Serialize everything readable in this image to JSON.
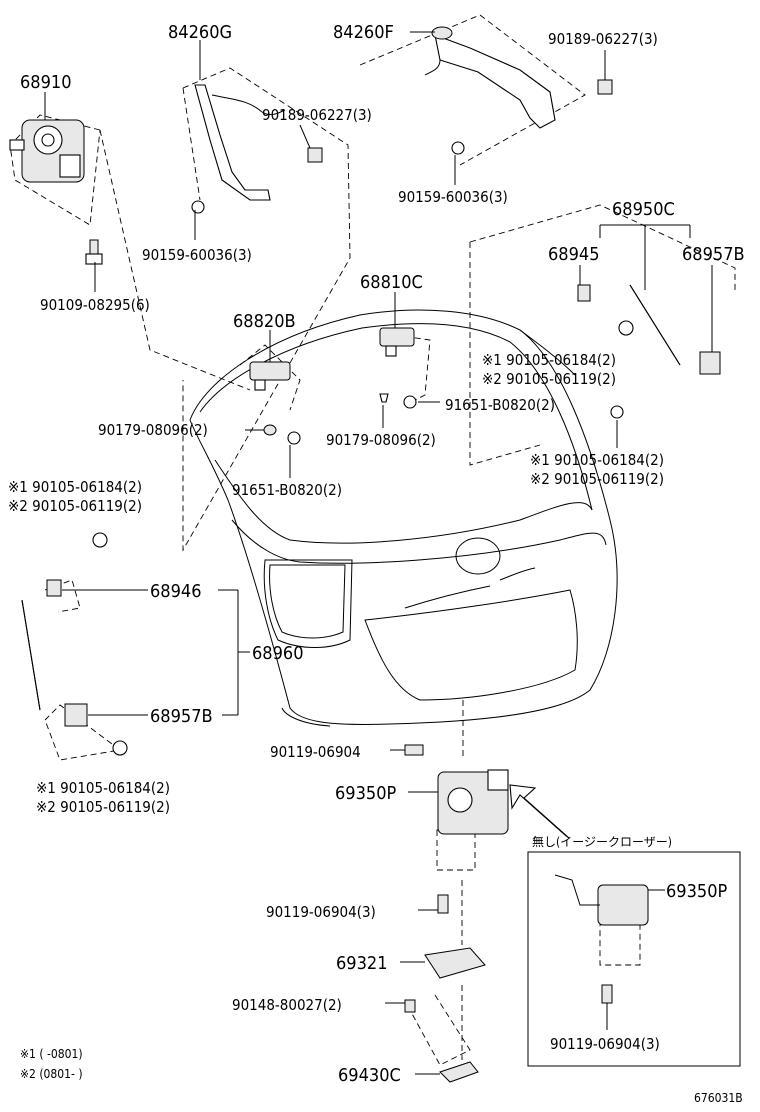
{
  "labels": {
    "p84260G": "84260G",
    "p84260F": "84260F",
    "p90189_a": "90189-06227(3)",
    "p90189_b": "90189-06227(3)",
    "p68910": "68910",
    "p90159_a": "90159-60036(3)",
    "p90159_b": "90159-60036(3)",
    "p90109": "90109-08295(6)",
    "p68950C": "68950C",
    "p68945": "68945",
    "p68957B_r": "68957B",
    "p68810C": "68810C",
    "p68820B": "68820B",
    "n1_06184_r1": "※1 90105-06184(2)",
    "n2_06119_r1": "※2 90105-06119(2)",
    "p91651_a": "91651-B0820(2)",
    "p90179_a": "90179-08096(2)",
    "p90179_b": "90179-08096(2)",
    "n1_06184_r2": "※1 90105-06184(2)",
    "n2_06119_r2": "※2 90105-06119(2)",
    "p91651_b": "91651-B0820(2)",
    "n1_06184_l1": "※1 90105-06184(2)",
    "n2_06119_l1": "※2 90105-06119(2)",
    "p68946": "68946",
    "p68960": "68960",
    "p68957B_l": "68957B",
    "p90119_a": "90119-06904",
    "p69350P_a": "69350P",
    "n1_06184_l2": "※1 90105-06184(2)",
    "n2_06119_l2": "※2 90105-06119(2)",
    "inset_caption": "無し(イージークローザー)",
    "p69350P_b": "69350P",
    "p90119_b": "90119-06904(3)",
    "p69321": "69321",
    "p90148": "90148-80027(2)",
    "p90119_c": "90119-06904(3)",
    "p69430C": "69430C",
    "footnote1": "※1 (     -0801)",
    "footnote2": "※2 (0801-     )",
    "drawing_no": "676031B"
  }
}
